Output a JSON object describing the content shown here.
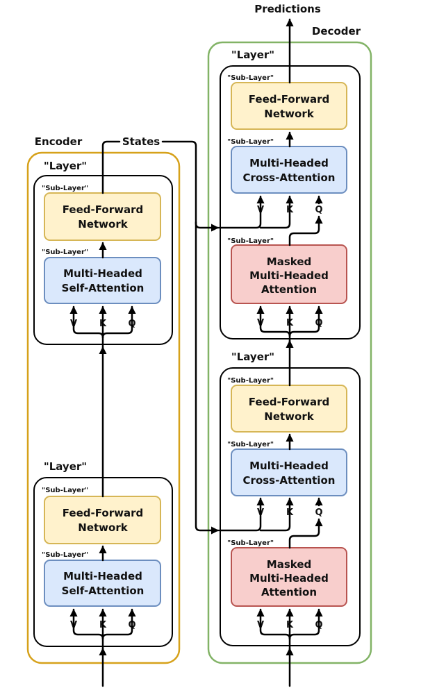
{
  "top_output": "Predictions",
  "encoder": {
    "title": "Encoder",
    "outer_label": "Encoder",
    "states_label": "States",
    "layers": [
      {
        "label": "\"Layer\"",
        "sub1": "\"Sub-Layer\"",
        "sub2": "\"Sub-Layer\"",
        "ffn": [
          "Feed-Forward",
          "Network"
        ],
        "attn": [
          "Multi-Headed",
          "Self-Attention"
        ],
        "ports": [
          "V",
          "K",
          "Q"
        ]
      },
      {
        "label": "\"Layer\"",
        "sub1": "\"Sub-Layer\"",
        "sub2": "\"Sub-Layer\"",
        "ffn": [
          "Feed-Forward",
          "Network"
        ],
        "attn": [
          "Multi-Headed",
          "Self-Attention"
        ],
        "ports": [
          "V",
          "K",
          "Q"
        ]
      }
    ]
  },
  "decoder": {
    "title": "Decoder",
    "layers": [
      {
        "label": "\"Layer\"",
        "sub_ffn": "\"Sub-Layer\"",
        "sub_cross": "\"Sub-Layer\"",
        "sub_masked": "\"Sub-Layer\"",
        "ffn": [
          "Feed-Forward",
          "Network"
        ],
        "cross": [
          "Multi-Headed",
          "Cross-Attention"
        ],
        "masked": [
          "Masked",
          "Multi-Headed",
          "Attention"
        ],
        "cross_ports": [
          "V",
          "K",
          "Q"
        ],
        "masked_ports": [
          "V",
          "K",
          "Q"
        ]
      },
      {
        "label": "\"Layer\"",
        "sub_ffn": "\"Sub-Layer\"",
        "sub_cross": "\"Sub-Layer\"",
        "sub_masked": "\"Sub-Layer\"",
        "ffn": [
          "Feed-Forward",
          "Network"
        ],
        "cross": [
          "Multi-Headed",
          "Cross-Attention"
        ],
        "masked": [
          "Masked",
          "Multi-Headed",
          "Attention"
        ],
        "cross_ports": [
          "V",
          "K",
          "Q"
        ],
        "masked_ports": [
          "V",
          "K",
          "Q"
        ]
      }
    ]
  },
  "colors": {
    "encoder_border": "#d6a11a",
    "decoder_border": "#82b366",
    "ffn_fill": "#fff2cc",
    "ffn_border": "#d6b656",
    "attn_fill": "#dae8fc",
    "attn_border": "#6c8ebf",
    "masked_fill": "#f8cecc",
    "masked_border": "#b85450"
  }
}
